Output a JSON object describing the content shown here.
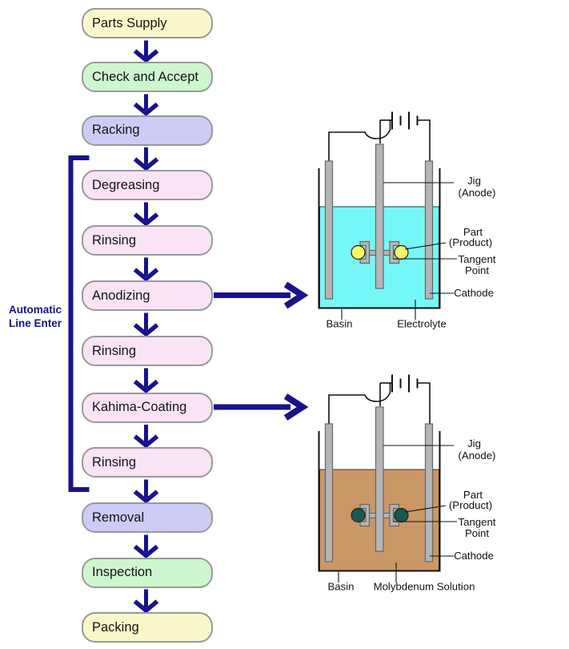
{
  "flowchart": {
    "steps": [
      {
        "label": "Parts Supply",
        "fill": "#FAF8CB"
      },
      {
        "label": "Check and Accept",
        "fill": "#CEF7CE"
      },
      {
        "label": "Racking",
        "fill": "#CDCCF7"
      },
      {
        "label": "Degreasing",
        "fill": "#FBE3F6"
      },
      {
        "label": "Rinsing",
        "fill": "#FBE3F6"
      },
      {
        "label": "Anodizing",
        "fill": "#FBE3F6"
      },
      {
        "label": "Rinsing",
        "fill": "#FBE3F6"
      },
      {
        "label": "Kahima-Coating",
        "fill": "#FBE3F6"
      },
      {
        "label": "Rinsing",
        "fill": "#FBE3F6"
      },
      {
        "label": "Removal",
        "fill": "#CDCCF7"
      },
      {
        "label": "Inspection",
        "fill": "#CEF7CE"
      },
      {
        "label": "Packing",
        "fill": "#FAF8CB"
      }
    ],
    "bracket_label": "Automatic\nLine Enter"
  },
  "colors": {
    "arrow_blue": "#18128C",
    "box_border_gray": "#999999",
    "electrode_gray": "#B5B5B5",
    "electrolyte_cyan": "#76F7F7",
    "molybdenum_brown": "#CB9766",
    "part_yellow": "#F8F766",
    "part_dark_teal": "#175A50"
  },
  "tanks": [
    {
      "jig": "Jig",
      "anode": "(Anode)",
      "part": "Part",
      "product": "(Product)",
      "tangent": "Tangent",
      "point": "Point",
      "cathode": "Cathode",
      "basin": "Basin",
      "solution": "Electrolyte",
      "liquid_color": "#76F7F7",
      "part_color": "#F8F766"
    },
    {
      "jig": "Jig",
      "anode": "(Anode)",
      "part": "Part",
      "product": "(Product)",
      "tangent": "Tangent",
      "point": "Point",
      "cathode": "Cathode",
      "basin": "Basin",
      "solution": "Molybdenum Solution",
      "liquid_color": "#CB9766",
      "part_color": "#175A50"
    }
  ]
}
